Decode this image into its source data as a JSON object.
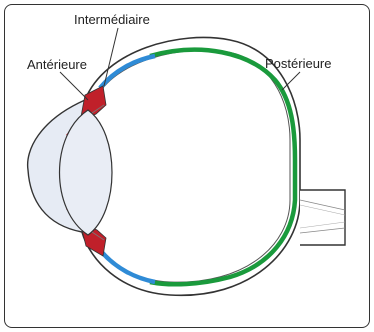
{
  "labels": {
    "intermediaire": "Intermédiaire",
    "anterieure": "Antérieure",
    "posterieure": "Postérieure"
  },
  "colors": {
    "anterior_region": "#c0202a",
    "intermediate_region": "#2f8bd6",
    "posterior_region": "#1a9a3c",
    "lens_fill": "#dfe6f2",
    "outline": "#333333"
  }
}
